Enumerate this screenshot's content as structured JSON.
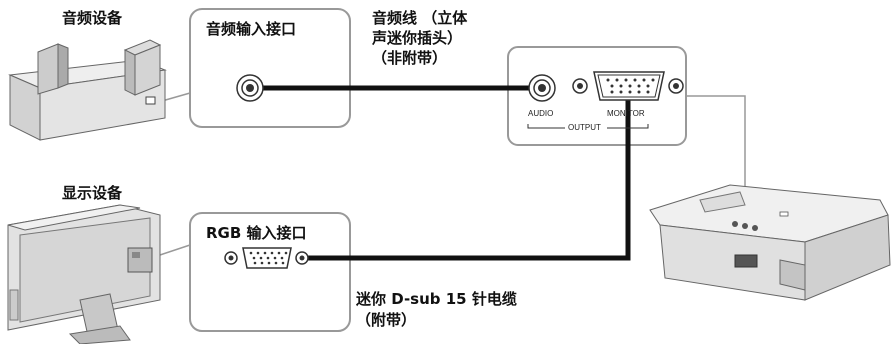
{
  "labels": {
    "audio_device": "音频设备",
    "display_device": "显示设备",
    "audio_input_port": "音频输入接口",
    "rgb_input_port": "RGB 输入接口",
    "audio_cable_line1": "音频线 （立体",
    "audio_cable_line2": "声迷你插头）",
    "audio_cable_line3": "（非附带）",
    "vga_cable_line1": "迷你 D-sub 15 针电缆",
    "vga_cable_line2": "（附带）"
  },
  "panel": {
    "audio": "AUDIO",
    "monitor": "MONITOR",
    "output": "OUTPUT"
  }
}
